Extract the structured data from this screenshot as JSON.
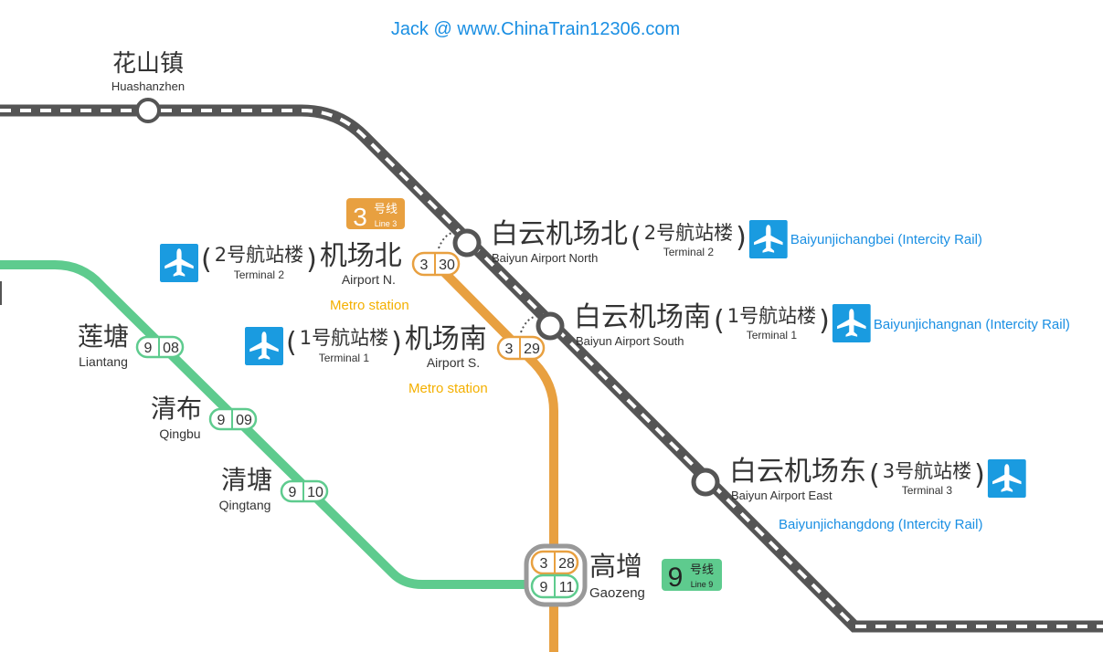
{
  "credit": "Jack @ www.ChinaTrain12306.com",
  "colors": {
    "intercity": "#555555",
    "line3": "#e8a040",
    "line9": "#5ecb8e",
    "airport": "#1a9be0",
    "link": "#1a8fe3",
    "metro_label": "#f4b000"
  },
  "line3_badge": {
    "num": "3",
    "cn": "号线",
    "en": "Line 3"
  },
  "line9_badge": {
    "num": "9",
    "cn": "号线",
    "en": "Line 9"
  },
  "stations": {
    "huashanzhen": {
      "cn": "花山镇",
      "en": "Huashanzhen"
    },
    "baiyun_north": {
      "cn": "白云机场北",
      "en": "Baiyun Airport North",
      "term_cn": "2号航站楼",
      "term_en": "Terminal 2",
      "pinyin": "Baiyunjichangbei (Intercity Rail)"
    },
    "baiyun_south": {
      "cn": "白云机场南",
      "en": "Baiyun Airport South",
      "term_cn": "1号航站楼",
      "term_en": "Terminal 1",
      "pinyin": "Baiyunjichangnan (Intercity Rail)"
    },
    "baiyun_east": {
      "cn": "白云机场东",
      "en": "Baiyun Airport East",
      "term_cn": "3号航站楼",
      "term_en": "Terminal 3",
      "pinyin": "Baiyunjichangdong (Intercity Rail)"
    },
    "airport_n": {
      "cn": "机场北",
      "en": "Airport N.",
      "term_cn": "2号航站楼",
      "term_en": "Terminal 2",
      "note": "Metro station",
      "line": "3",
      "code": "30"
    },
    "airport_s": {
      "cn": "机场南",
      "en": "Airport S.",
      "term_cn": "1号航站楼",
      "term_en": "Terminal 1",
      "note": "Metro station",
      "line": "3",
      "code": "29"
    },
    "liantang": {
      "cn": "莲塘",
      "en": "Liantang",
      "line": "9",
      "code": "08"
    },
    "qingbu": {
      "cn": "清布",
      "en": "Qingbu",
      "line": "9",
      "code": "09"
    },
    "qingtang": {
      "cn": "清塘",
      "en": "Qingtang",
      "line": "9",
      "code": "10"
    },
    "gaozeng": {
      "cn": "高增",
      "en": "Gaozeng",
      "line_a": "3",
      "code_a": "28",
      "line_b": "9",
      "code_b": "11"
    }
  },
  "paren_open": "(",
  "paren_close": ")"
}
